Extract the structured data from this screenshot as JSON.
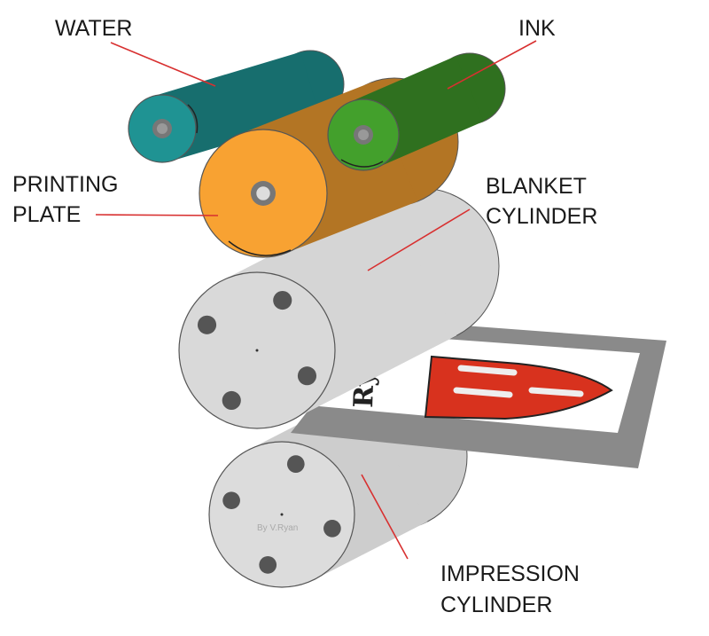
{
  "labels": {
    "water": "WATER",
    "ink": "INK",
    "printing_plate": [
      "PRINTING",
      "PLATE"
    ],
    "blanket_cylinder": [
      "BLANKET",
      "CYLINDER"
    ],
    "impression_cylinder": [
      "IMPRESSION",
      "CYLINDER"
    ]
  },
  "watermark": "By V.Ryan",
  "paper_logo": "Ryan",
  "colors": {
    "water": "#1f9393",
    "ink": "#43a02c",
    "plate": "#f8a232",
    "blanket": "#d9d9d9",
    "impression": "#dcdcdc",
    "leader": "#d83030",
    "shield": "#d8321e",
    "paper_border": "#8a8a8a"
  }
}
